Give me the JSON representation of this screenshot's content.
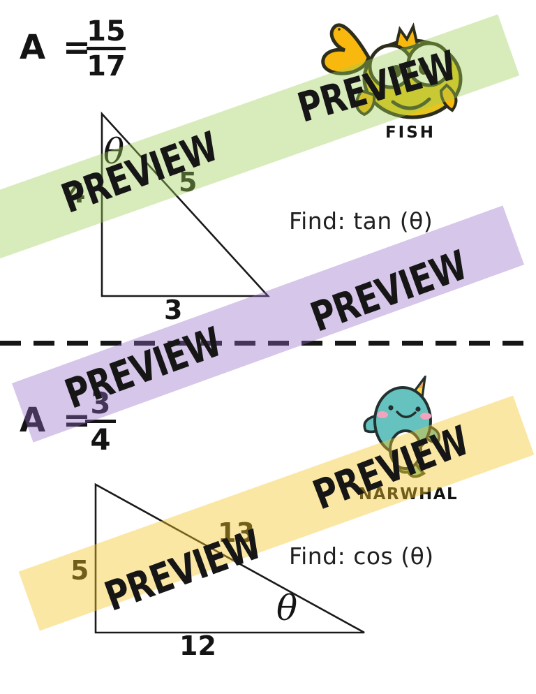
{
  "watermark": {
    "text": "PREVIEW",
    "band_colors": {
      "green": "#d7ebb9",
      "purple": "#d6c6e9",
      "yellow": "#fbe7a4"
    }
  },
  "cards": [
    {
      "answer_prefix": "A =",
      "answer_numerator": "15",
      "answer_denominator": "17",
      "triangle": {
        "vertical_side": "4",
        "hypotenuse": "5",
        "base": "3",
        "angle": "θ"
      },
      "find_text": "Find: tan (θ)",
      "animal_label": "FISH"
    },
    {
      "answer_prefix": "A =",
      "answer_numerator": "3",
      "answer_denominator": "4",
      "triangle": {
        "vertical_side": "5",
        "hypotenuse": "13",
        "base": "12",
        "angle": "θ"
      },
      "find_text": "Find: cos (θ)",
      "animal_label": "NARWHAL"
    }
  ]
}
